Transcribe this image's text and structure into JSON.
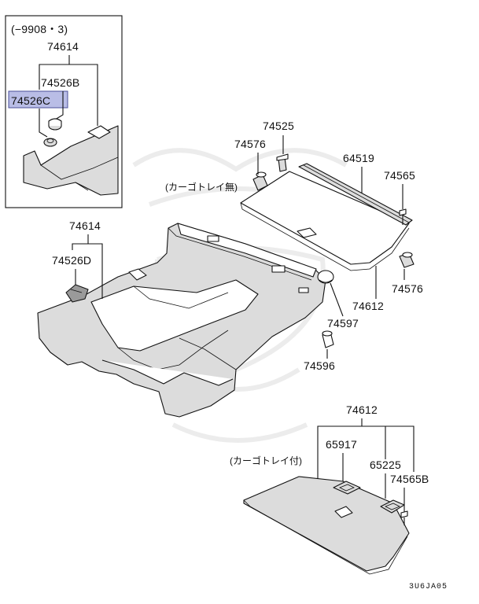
{
  "inset": {
    "date_range": "(−9908・3)",
    "labels": {
      "p74614": "74614",
      "p74526B": "74526B",
      "p74526C": "74526C"
    },
    "highlight_color": "#b9bde6"
  },
  "main_labels": {
    "p74614": "74614",
    "p74526D": "74526D",
    "p74525": "74525",
    "p74576_top": "74576",
    "p64519": "64519",
    "p74565": "74565",
    "p74576_right": "74576",
    "p74612": "74612",
    "p74597": "74597",
    "p74596": "74596",
    "note_without_tray": "(カーゴトレイ無)"
  },
  "lower_group": {
    "p74612": "74612",
    "p65917": "65917",
    "p65225": "65225",
    "p74565B": "74565B",
    "note_with_tray": "(カーゴトレイ付)"
  },
  "diagram_code": "3U6JA05"
}
